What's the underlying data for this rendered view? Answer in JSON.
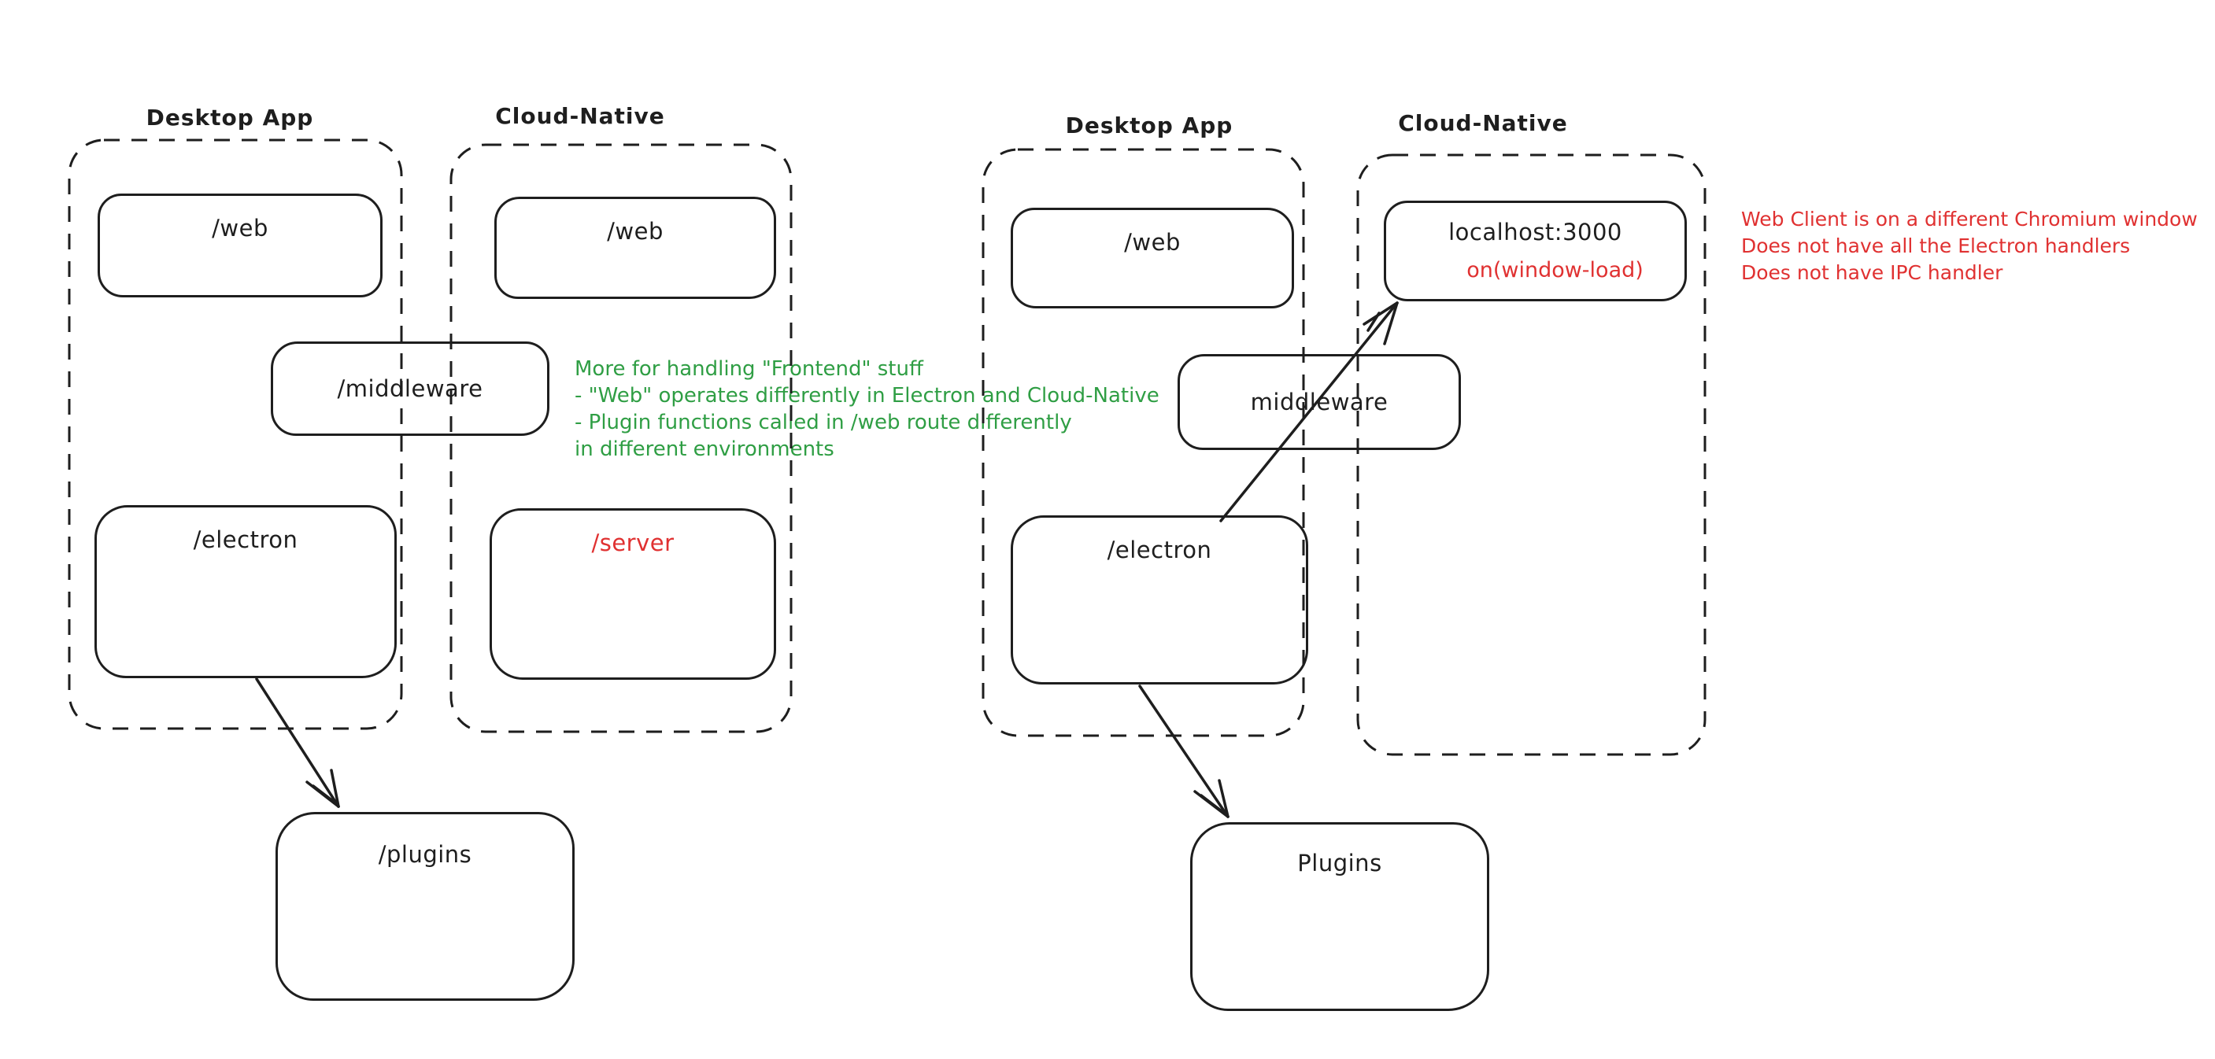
{
  "colors": {
    "stroke": "#1e1e1e",
    "red": "#e03131",
    "green": "#2f9e44",
    "background": "#ffffff"
  },
  "left": {
    "desktop_label": "Desktop App",
    "cloud_label": "Cloud-Native",
    "web_desktop": "/web",
    "web_cloud": "/web",
    "middleware": "/middleware",
    "electron": "/electron",
    "server": "/server",
    "plugins": "/plugins",
    "green_note": [
      "More for handling \"Frontend\" stuff",
      "- \"Web\" operates differently in Electron and Cloud-Native",
      "- Plugin functions called in /web route differently",
      "in different environments"
    ]
  },
  "right": {
    "desktop_label": "Desktop App",
    "cloud_label": "Cloud-Native",
    "web_desktop": "/web",
    "localhost": "localhost:3000",
    "on_window_load": "on(window-load)",
    "middleware": "middleware",
    "electron": "/electron",
    "plugins": "Plugins",
    "red_note": [
      "Web Client is on a different Chromium window",
      "Does not have all the Electron handlers",
      "Does not have IPC handler"
    ]
  }
}
